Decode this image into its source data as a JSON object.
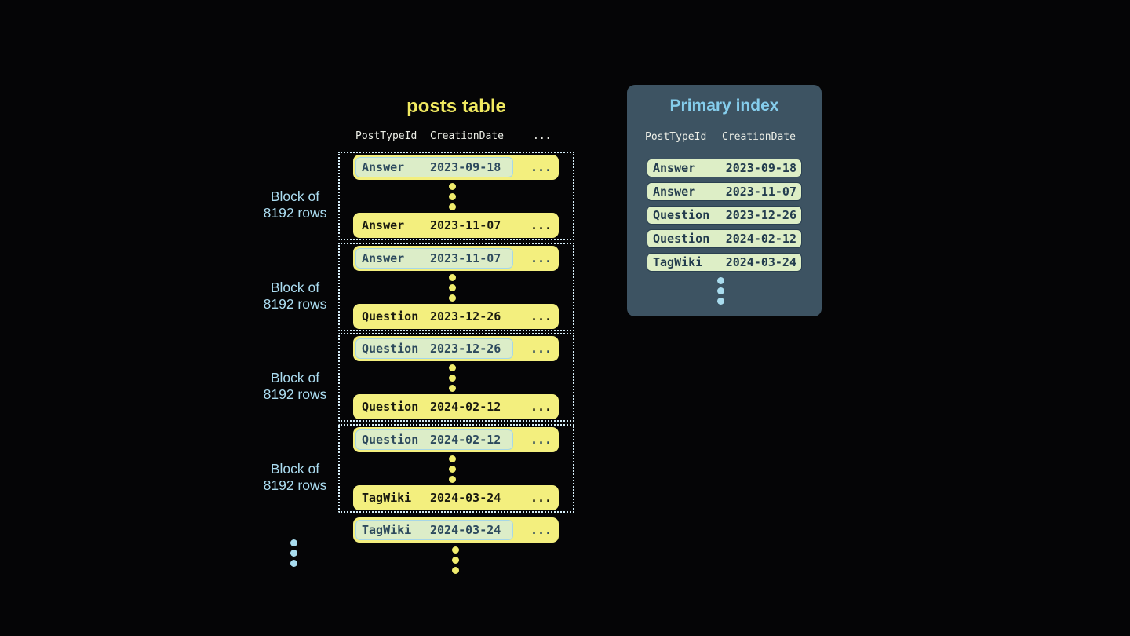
{
  "posts_table": {
    "title": "posts table",
    "columns": [
      "PostTypeId",
      "CreationDate",
      "..."
    ],
    "ellipsis": "...",
    "blocks": [
      {
        "label": [
          "Block of",
          "8192 rows"
        ],
        "first": {
          "type": "Answer",
          "date": "2023-09-18"
        },
        "last": {
          "type": "Answer",
          "date": "2023-11-07"
        }
      },
      {
        "label": [
          "Block of",
          "8192 rows"
        ],
        "first": {
          "type": "Answer",
          "date": "2023-11-07"
        },
        "last": {
          "type": "Question",
          "date": "2023-12-26"
        }
      },
      {
        "label": [
          "Block of",
          "8192 rows"
        ],
        "first": {
          "type": "Question",
          "date": "2023-12-26"
        },
        "last": {
          "type": "Question",
          "date": "2024-02-12"
        }
      },
      {
        "label": [
          "Block of",
          "8192 rows"
        ],
        "first": {
          "type": "Question",
          "date": "2024-02-12"
        },
        "last": {
          "type": "TagWiki",
          "date": "2024-03-24"
        }
      }
    ],
    "overflow_row": {
      "type": "TagWiki",
      "date": "2024-03-24"
    }
  },
  "primary_index": {
    "title": "Primary index",
    "columns": [
      "PostTypeId",
      "CreationDate"
    ],
    "rows": [
      {
        "type": "Answer",
        "date": "2023-09-18"
      },
      {
        "type": "Answer",
        "date": "2023-11-07"
      },
      {
        "type": "Question",
        "date": "2023-12-26"
      },
      {
        "type": "Question",
        "date": "2024-02-12"
      },
      {
        "type": "TagWiki",
        "date": "2024-03-24"
      }
    ]
  },
  "colors": {
    "background": "#050506",
    "row_yellow": "#f3ef7e",
    "title_yellow": "#f1ea60",
    "highlight_green": "#dcedc8",
    "highlight_border_blue": "#a6d7e8",
    "block_border_dotted": "#d6eef8",
    "block_label_blue": "#abdcf0",
    "panel_bg": "#3d5362",
    "panel_title_blue": "#85cdec",
    "index_row_green": "#ddeec6",
    "dot_yellow": "#f0ec6d",
    "dot_blue": "#a9dcee"
  }
}
